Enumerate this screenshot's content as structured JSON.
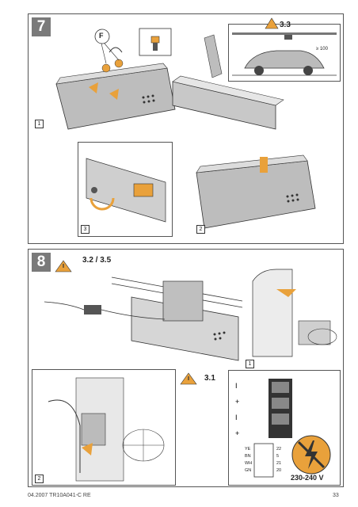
{
  "step7": {
    "number": "7",
    "callout_f": "F",
    "ref": "3.3",
    "clearance": "≥ 100",
    "sub_labels": [
      "1",
      "2",
      "3"
    ]
  },
  "step8": {
    "number": "8",
    "ref_top": "3.2 / 3.5",
    "ref_terminal": "3.1",
    "sub_labels": [
      "1",
      "2"
    ],
    "wire_labels": [
      "YE",
      "BN",
      "WH",
      "GN"
    ],
    "pin_numbers": [
      "22",
      "5",
      "21",
      "20"
    ],
    "voltage": "230-240 V"
  },
  "footer": {
    "doc_ref": "04.2007  TR10A041-C  RE",
    "page": "33"
  }
}
